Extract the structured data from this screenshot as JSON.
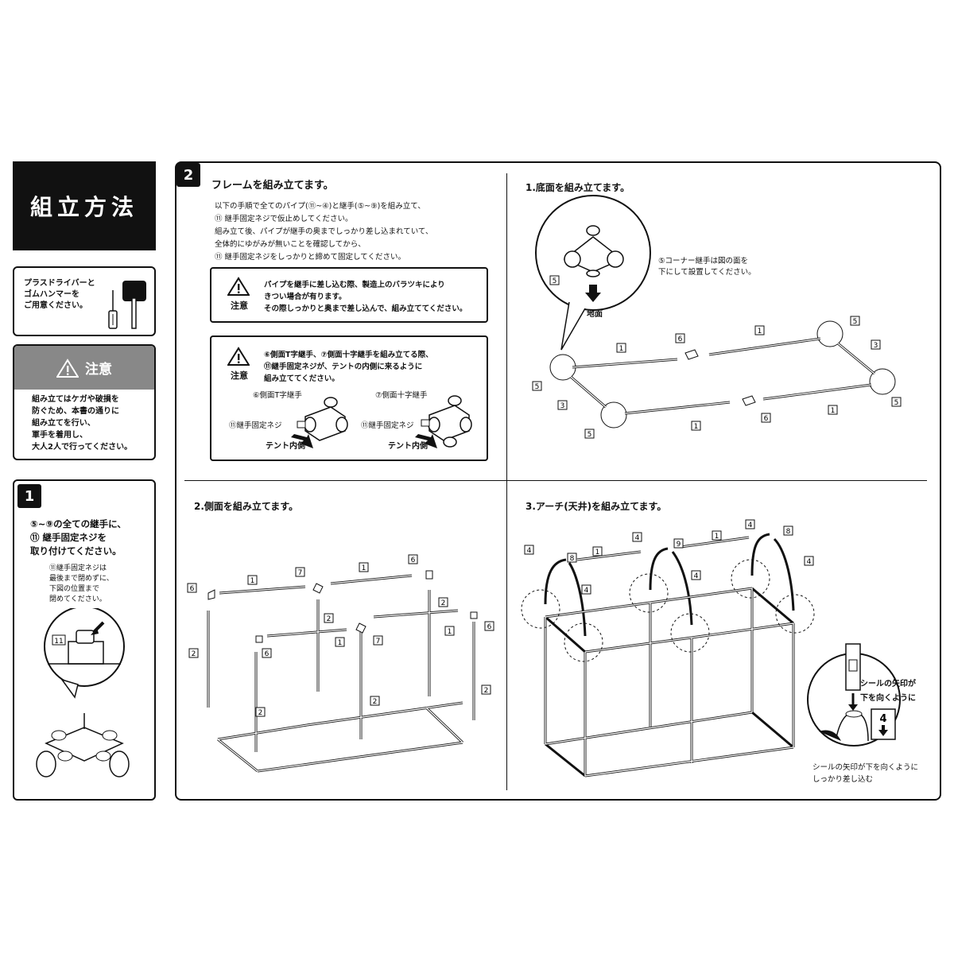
{
  "title": "組立方法",
  "tools": {
    "text": [
      "プラスドライバーと",
      "ゴムハンマーを",
      "ご用意ください。"
    ]
  },
  "caution_left": {
    "header": "注意",
    "lines": [
      "組み立てはケガや破損を",
      "防ぐため、本書の通りに",
      "組み立てを行い、",
      "軍手を着用し、",
      "大人2人で行ってください。"
    ]
  },
  "step1": {
    "number": "1",
    "heading": [
      "⑤~⑨の全ての継手に、",
      "⑪ 継手固定ネジを",
      "取り付けてください。"
    ],
    "note": [
      "⑪継手固定ネジは",
      "最後まで閉めずに、",
      "下図の位置まで",
      "閉めてください。"
    ],
    "label_11": "11"
  },
  "step2": {
    "number": "2",
    "heading": "フレームを組み立てます。",
    "body": [
      "以下の手順で全てのパイプ(⑪~④)と継手(⑤~⑨)を組み立て、",
      "⑪ 継手固定ネジで仮止めしてください。",
      "組み立て後、パイプが継手の奥までしっかり差し込まれていて、",
      "全体的にゆがみが無いことを確認してから、",
      "⑪ 継手固定ネジをしっかりと締めて固定してください。"
    ],
    "caution1": {
      "label": "注意",
      "lines": [
        "パイプを継手に差し込む際、製造上のバラツキにより",
        "きつい場合が有ります。",
        "その際しっかりと奥まで差し込んで、組み立ててください。"
      ]
    },
    "caution2": {
      "label": "注意",
      "lines": [
        "⑥側面T字継手、⑦側面十字継手を組み立てる際、",
        "⑪継手固定ネジが、テントの内側に来るように",
        "組み立ててください。"
      ],
      "joint_t": "⑥側面T字継手",
      "joint_cross": "⑦側面十字継手",
      "screw_label": "⑪継手固定ネジ",
      "inside_label": "テント内側"
    }
  },
  "sub1": {
    "heading": "1.底面を組み立てます。",
    "note": [
      "⑤コーナー継手は図の面を",
      "下にして設置してください。"
    ],
    "ground": "地面"
  },
  "sub2": {
    "heading": "2.側面を組み立てます。"
  },
  "sub3": {
    "heading": "3.アーチ(天井)を組み立てます。",
    "seal_note": [
      "シールの矢印が",
      "下を向くように"
    ],
    "seal_number": "4",
    "bottom_note": [
      "シールの矢印が下を向くように",
      "しっかり差し込む"
    ]
  },
  "part_tags": {
    "p1": "1",
    "p2": "2",
    "p3": "3",
    "p4": "4",
    "p5": "5",
    "p6": "6",
    "p7": "7",
    "p8": "8",
    "p9": "9",
    "p11": "11"
  }
}
